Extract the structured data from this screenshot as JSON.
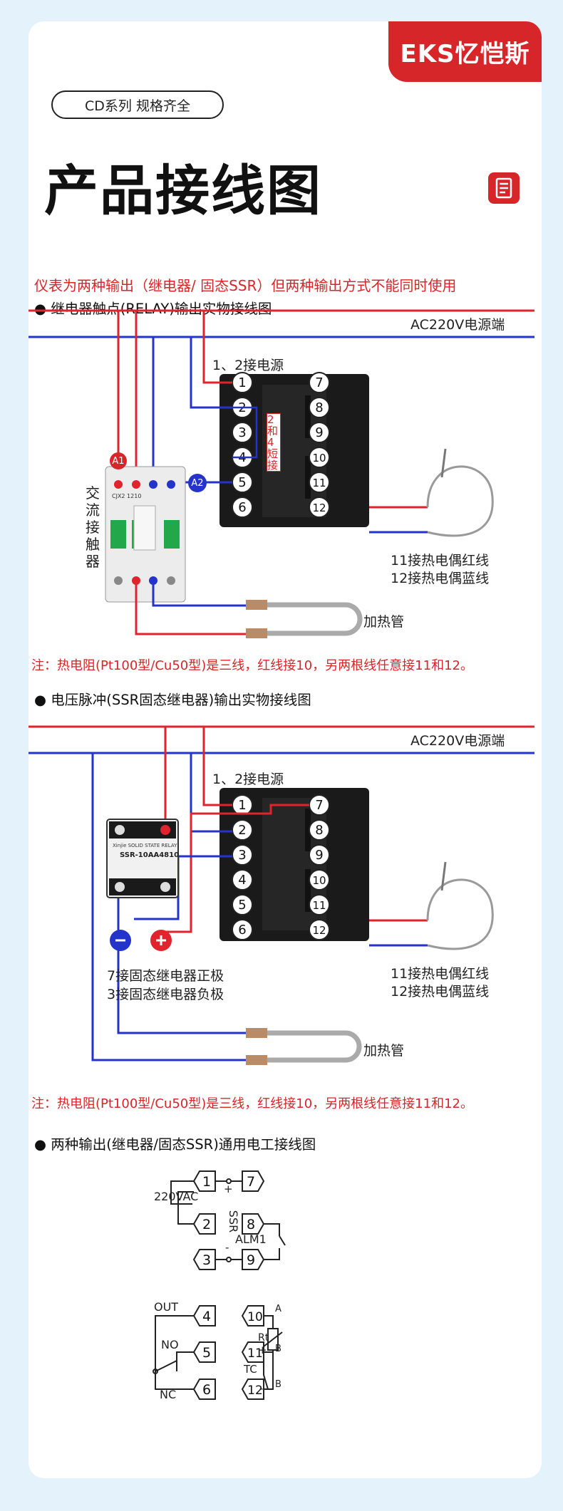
{
  "brand": {
    "logo_text": "EKS忆恺斯"
  },
  "badge": {
    "text": "CD系列  规格齐全"
  },
  "page_title": "产品接线图",
  "warning": "仪表为两种输出（继电器/ 固态SSR）但两种输出方式不能同时使用",
  "relay_section": {
    "heading": "继电器触点(RELAY)输出实物接线图",
    "power_label": "AC220V电源端",
    "power_note": "1、2接电源",
    "short_note": "2和4短接",
    "contactor_label": "交流接触器",
    "a1": "A1",
    "a2": "A2",
    "contactor_model": "CJX2 1210",
    "thermo_red": "11接热电偶红线",
    "thermo_blue": "12接热电偶蓝线",
    "heater": "加热管",
    "note": "注：热电阻(Pt100型/Cu50型)是三线，红线接10，另两根线任意接11和12。"
  },
  "ssr_section": {
    "heading": "电压脉冲(SSR固态继电器)输出实物接线图",
    "power_label": "AC220V电源端",
    "power_note": "1、2接电源",
    "ssr_brand": "Xinjie SOLID STATE RELAY",
    "ssr_model": "SSR-10AA4810",
    "ssr_pos": "7接固态继电器正极",
    "ssr_neg": "3接固态继电器负极",
    "thermo_red": "11接热电偶红线",
    "thermo_blue": "12接热电偶蓝线",
    "heater": "加热管",
    "note": "注：热电阻(Pt100型/Cu50型)是三线，红线接10，另两根线任意接11和12。"
  },
  "schematic": {
    "heading": "两种输出(继电器/固态SSR)通用电工接线图",
    "vac": "220VAC",
    "ssr": "SSR",
    "alm": "ALM1",
    "out": "OUT",
    "no": "NO",
    "nc": "NC",
    "rt": "Rt",
    "tc": "TC",
    "a": "A",
    "b": "B",
    "plus": "+",
    "minus": "-"
  },
  "terminals": [
    "1",
    "2",
    "3",
    "4",
    "5",
    "6",
    "7",
    "8",
    "9",
    "10",
    "11",
    "12"
  ],
  "colors": {
    "red": "#d7262a",
    "blue": "#1f2fc4",
    "wire_red": "#e0232c",
    "wire_blue": "#2433c9"
  }
}
